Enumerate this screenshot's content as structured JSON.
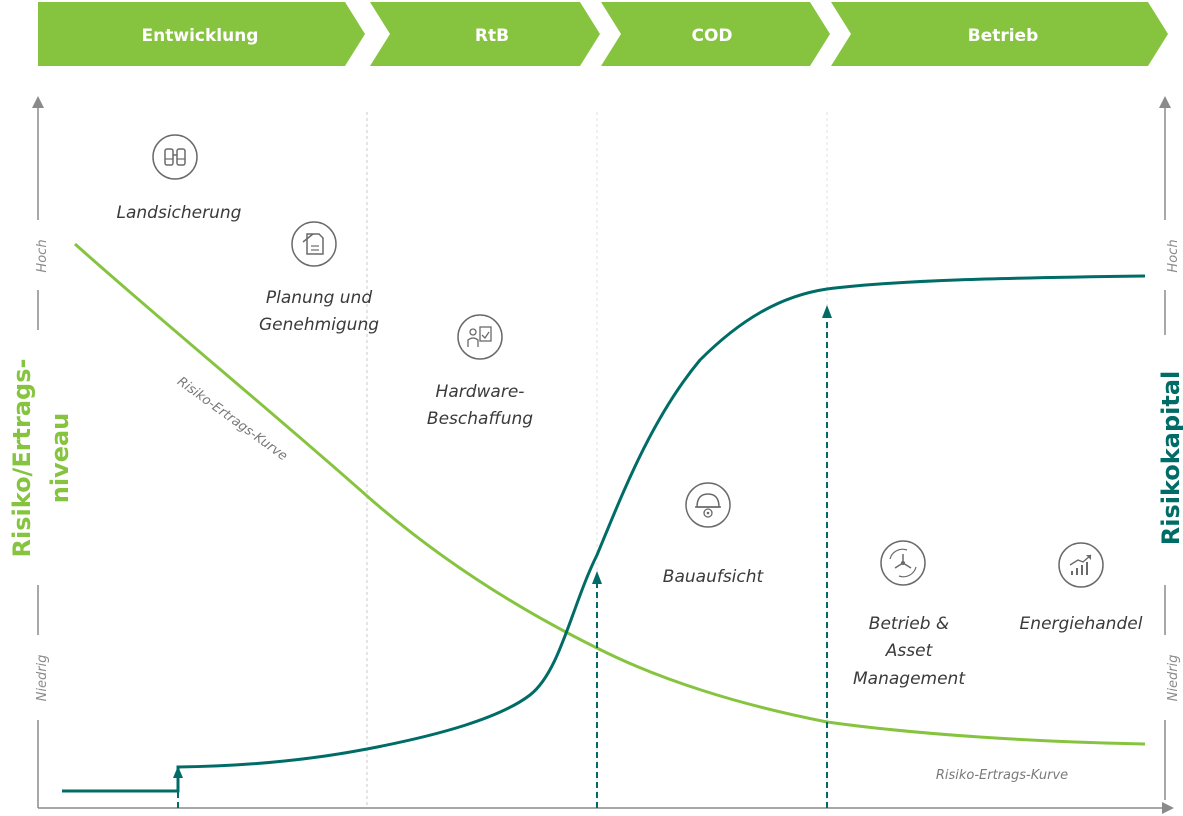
{
  "colors": {
    "phase_green": "#86c440",
    "risk_curve_green": "#86c440",
    "capital_curve_teal": "#006c67",
    "axis_gray": "#8a8a8a"
  },
  "phases": [
    {
      "label": "Entwicklung"
    },
    {
      "label": "RtB"
    },
    {
      "label": "COD"
    },
    {
      "label": "Betrieb"
    }
  ],
  "left_axis": {
    "title_line1": "Risiko/Ertrags-",
    "title_line2": "niveau",
    "high": "Hoch",
    "low": "Niedrig"
  },
  "right_axis": {
    "title": "Risikokapital",
    "high": "Hoch",
    "low": "Niedrig"
  },
  "steps": [
    {
      "icon": "binoculars-icon",
      "lines": [
        "Landsicherung"
      ]
    },
    {
      "icon": "document-edit-icon",
      "lines": [
        "Planung und",
        "Genehmigung"
      ]
    },
    {
      "icon": "presentation-checklist-icon",
      "lines": [
        "Hardware-",
        "Beschaffung"
      ]
    },
    {
      "icon": "hardhat-gear-icon",
      "lines": [
        "Bauaufsicht"
      ]
    },
    {
      "icon": "wind-turbine-cycle-icon",
      "lines": [
        "Betrieb &",
        "Asset",
        "Management"
      ]
    },
    {
      "icon": "trading-chart-icon",
      "lines": [
        "Energiehandel"
      ]
    }
  ],
  "curve_labels": {
    "risk_curve_upper": "Risiko-Ertrags-Kurve",
    "risk_curve_lower": "Risiko-Ertrags-Kurve"
  }
}
